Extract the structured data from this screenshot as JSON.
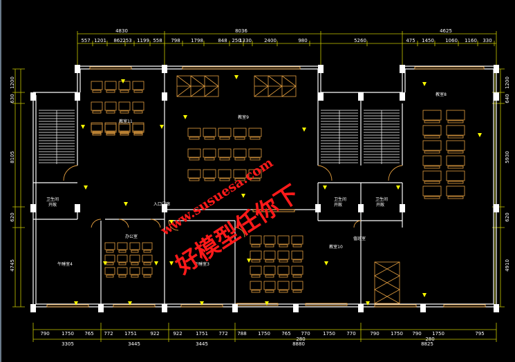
{
  "colors": {
    "background": "#000000",
    "wall": "#ffffff",
    "dimension": "#c8c800",
    "furniture": "#e6a040",
    "marker": "#ffff00",
    "watermark": "#ff1a1a",
    "column": "#ffffff"
  },
  "top_dims": {
    "overall": [
      "4830",
      "8036",
      "4625"
    ],
    "segments": [
      "557",
      "1201",
      "862",
      "253",
      "1199",
      "558",
      "798",
      "1798",
      "848",
      "250",
      "1330",
      "2400",
      "980",
      "5260",
      "475",
      "1450",
      "1060",
      "1160",
      "330"
    ]
  },
  "bottom_dims": {
    "segments": [
      "790",
      "1750",
      "765",
      "772",
      "1751",
      "922",
      "922",
      "1751",
      "772",
      "788",
      "1750",
      "765",
      "770",
      "1750",
      "770",
      "790",
      "1750",
      "790",
      "1750",
      "795"
    ],
    "overall": [
      "3305",
      "3445",
      "3445",
      "280",
      "8880",
      "8825",
      "280"
    ]
  },
  "left_dims": [
    "1200",
    "630",
    "8105",
    "620",
    "4745"
  ],
  "right_dims": [
    "1200",
    "640",
    "5930",
    "620",
    "4910"
  ],
  "rooms": {
    "classroom_11": "教室11",
    "classroom_9": "教室9",
    "classroom_8": "教室8",
    "classroom_10": "教室10",
    "toilet_left": "卫生间",
    "toilet_left_sub": "开敞",
    "toilet_mid": "卫生间",
    "toilet_mid_sub": "开敞",
    "toilet_right": "卫生间",
    "toilet_right_sub": "开敞",
    "office": "办公室",
    "hall_4": "午睡室4",
    "hall_3": "午睡室3",
    "entrance": "入口门廊",
    "duty_room": "值班室"
  },
  "watermark": {
    "url": "www.susuesa.com",
    "text": "好模型任你下"
  }
}
